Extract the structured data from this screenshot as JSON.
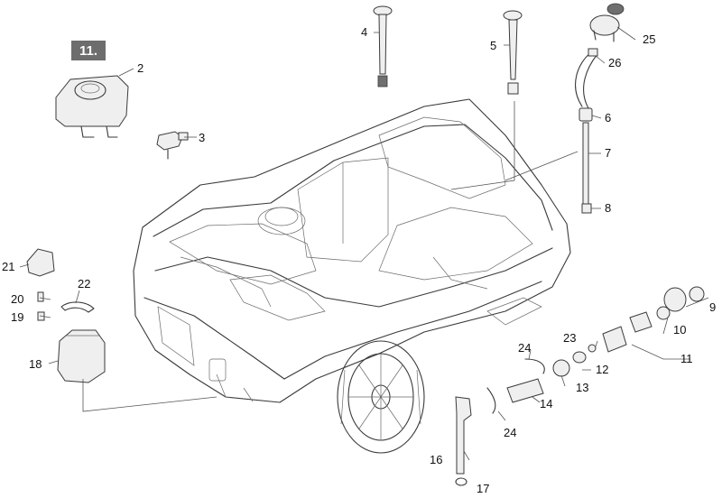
{
  "diagram": {
    "group_badge": "11.",
    "labels": {
      "p1": "2",
      "p2": "3",
      "p3": "4",
      "p4": "5",
      "p5": "25",
      "p6": "26",
      "p7": "6",
      "p8": "7",
      "p9": "8",
      "p10": "21",
      "p11": "20",
      "p12": "19",
      "p13": "22",
      "p14": "18",
      "p15": "9",
      "p16": "10",
      "p17": "11",
      "p18": "23",
      "p19": "12",
      "p20": "13",
      "p21": "24",
      "p22": "14",
      "p23": "24",
      "p24": "16",
      "p25": "17"
    }
  }
}
